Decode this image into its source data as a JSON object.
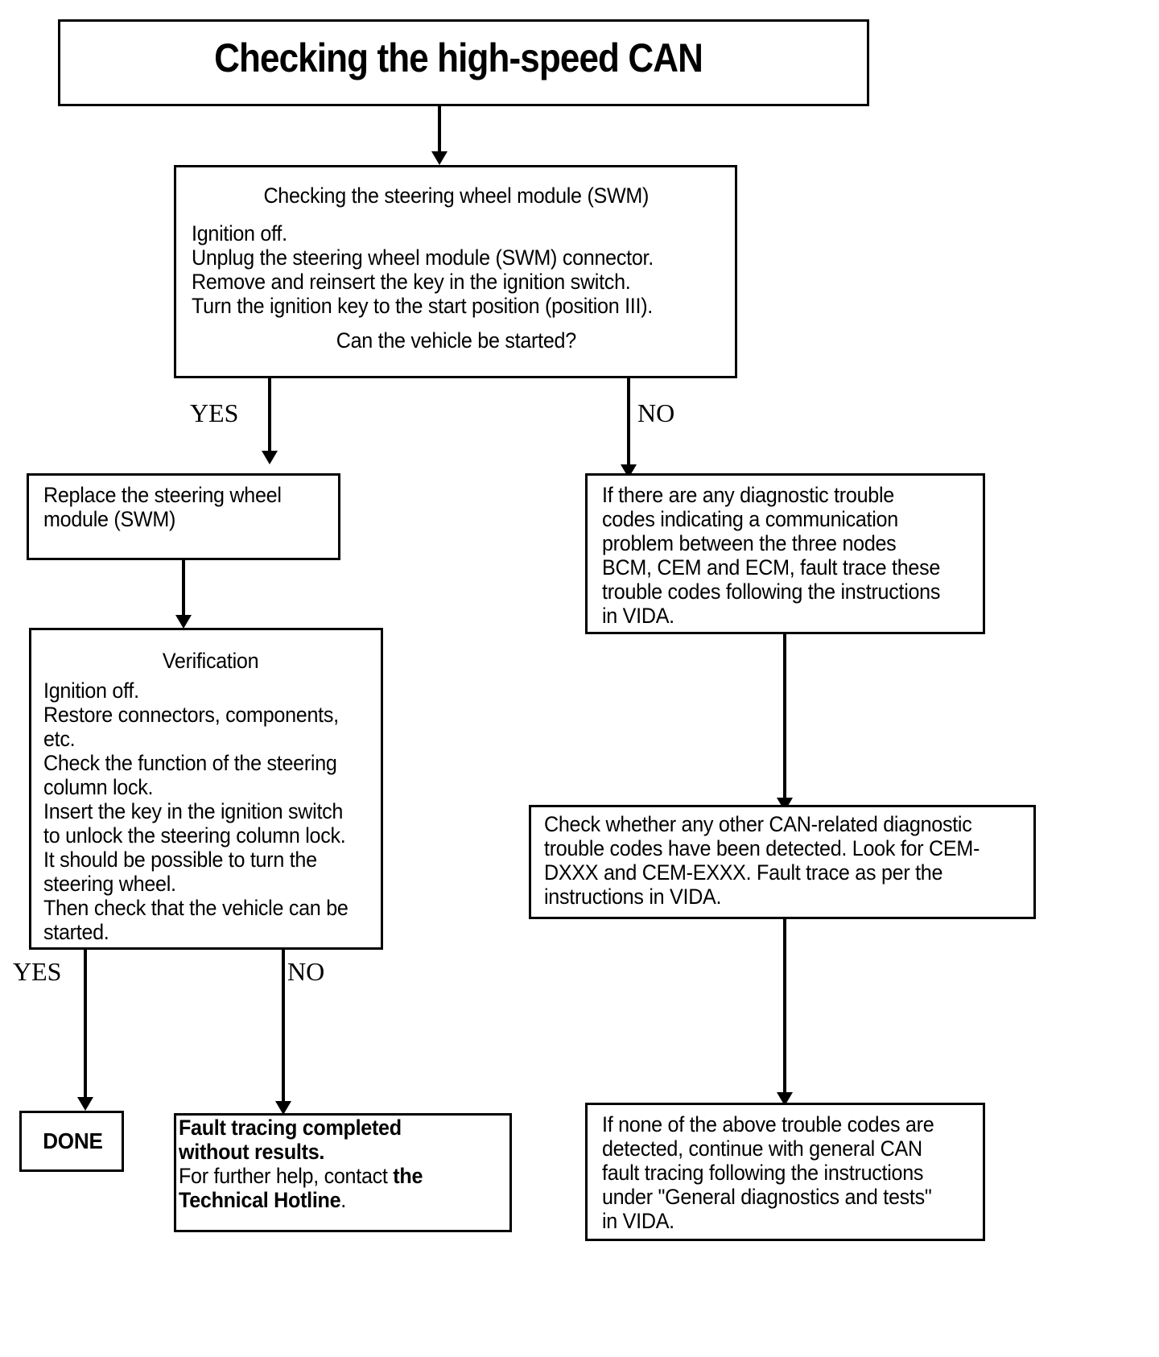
{
  "document": {
    "type": "flowchart",
    "title": "Checking the high-speed CAN"
  },
  "nodes": {
    "title_box": {
      "label": "Checking the high-speed CAN"
    },
    "swm_check": {
      "heading": "Checking the steering wheel module (SWM)",
      "steps": "Ignition off.\nUnplug the steering wheel module (SWM) connector.\nRemove and reinsert the key in the ignition switch.\nTurn the ignition key to the start position (position III).",
      "question": "Can the vehicle be started?"
    },
    "replace_swm": {
      "text": "Replace the steering wheel\nmodule (SWM)"
    },
    "verification": {
      "heading": "Verification",
      "body": "Ignition off.\nRestore connectors, components,\netc.\nCheck the function of the steering\ncolumn lock.\nInsert the key in the ignition switch\nto unlock the steering column lock.\nIt should be possible to turn the\nsteering wheel.\nThen check that the vehicle can be\nstarted."
    },
    "done": {
      "label": "DONE"
    },
    "fault_tracing": {
      "bold_line1": "Fault tracing completed",
      "bold_line2": "without results.",
      "plain_line3": "For further help, contact ",
      "bold_line3_tail": "the",
      "bold_line4": "Technical Hotline",
      "plain_period": "."
    },
    "dtc_check": {
      "text": "If there are any diagnostic trouble\ncodes indicating a communication\nproblem between the three nodes\nBCM, CEM and ECM, fault trace these\ntrouble codes following the instructions\nin VIDA."
    },
    "can_related_check": {
      "text": "Check whether any other CAN-related diagnostic\ntrouble codes have been detected. Look for CEM-\nDXXX and CEM-EXXX. Fault trace as per the\ninstructions in VIDA."
    },
    "general_can": {
      "text": "If none of the above trouble codes are\ndetected, continue with general CAN\nfault tracing following the instructions\nunder \"General diagnostics and tests\"\nin VIDA."
    }
  },
  "branches": {
    "swm_yes": "YES",
    "swm_no": "NO",
    "verification_yes": "YES",
    "verification_no": "NO"
  },
  "colors": {
    "stroke": "#000000",
    "background": "#ffffff",
    "text": "#000000"
  }
}
